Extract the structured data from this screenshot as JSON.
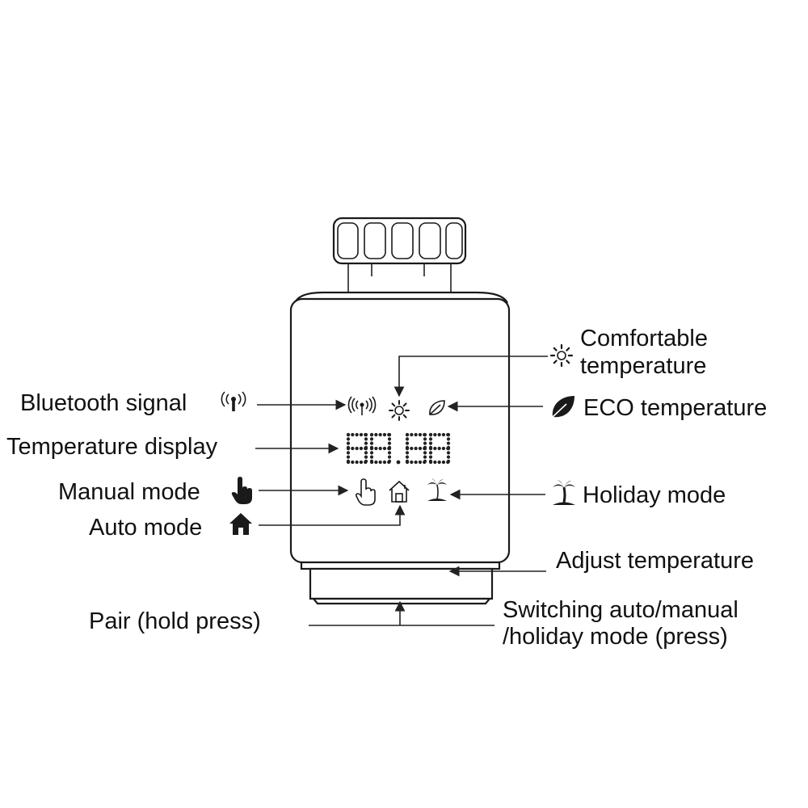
{
  "labels": {
    "bluetooth_signal": "Bluetooth signal",
    "comfortable_temperature_line1": "Comfortable",
    "comfortable_temperature_line2": "temperature",
    "eco_temperature": "ECO temperature",
    "temperature_display": "Temperature display",
    "manual_mode": "Manual mode",
    "holiday_mode": "Holiday mode",
    "auto_mode": "Auto mode",
    "adjust_temperature": "Adjust temperature",
    "pair": "Pair (hold press)",
    "switching_line1": "Switching auto/manual",
    "switching_line2": "/holiday mode (press)"
  },
  "display": {
    "digits": [
      "8",
      "8",
      "8",
      "8"
    ],
    "decimal_point": true
  },
  "icons": {
    "bluetooth_signal": "signal-antenna-icon",
    "comfortable_temperature": "sun-icon",
    "eco_temperature": "leaf-icon",
    "manual_mode": "hand-pointer-icon",
    "auto_mode": "house-icon",
    "holiday_mode": "palm-tree-island-icon"
  }
}
